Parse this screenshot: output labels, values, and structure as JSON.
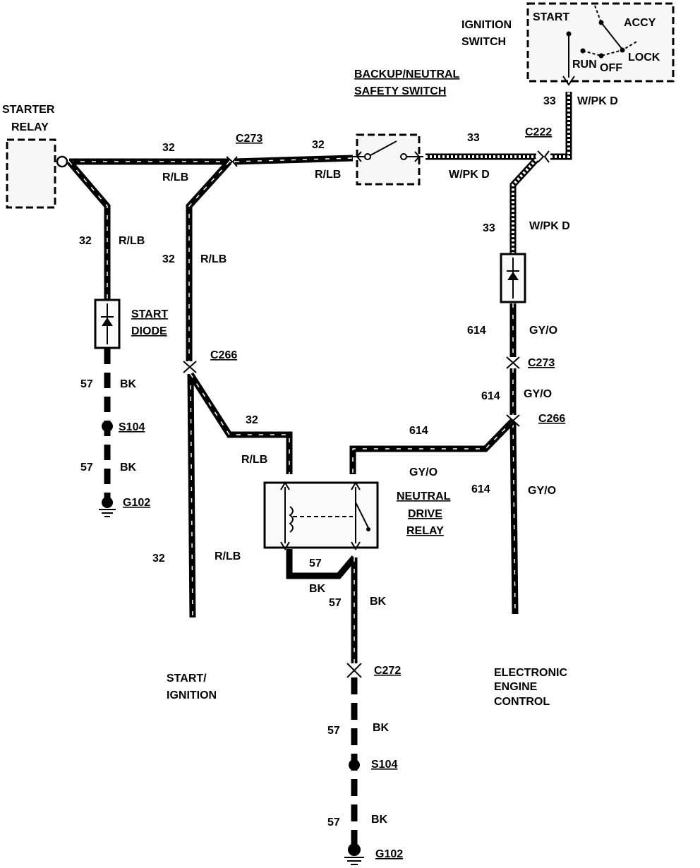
{
  "components": {
    "starter_relay": [
      "STARTER",
      "RELAY"
    ],
    "ignition_switch_title": [
      "IGNITION",
      "SWITCH"
    ],
    "ignition_positions": {
      "start": "START",
      "accy": "ACCY",
      "run": "RUN",
      "off": "OFF",
      "lock": "LOCK"
    },
    "backup_switch": [
      "BACKUP/NEUTRAL",
      "SAFETY SWITCH"
    ],
    "start_diode": [
      "START",
      "DIODE"
    ],
    "neutral_drive_relay": [
      "NEUTRAL",
      "DRIVE",
      "RELAY"
    ]
  },
  "connectors": {
    "c273_top": "C273",
    "c222": "C222",
    "c266_left": "C266",
    "c273_right": "C273",
    "c266_right": "C266",
    "c272": "C272"
  },
  "splices": {
    "s104_left": "S104",
    "s104_bottom": "S104"
  },
  "grounds": {
    "g102_left": "G102",
    "g102_bottom": "G102"
  },
  "wire_labels": {
    "w32_top": "32",
    "rlb_top": "R/LB",
    "w32_top2": "32",
    "rlb_top2": "R/LB",
    "w33_top": "33",
    "wpkd_top": "W/PK D",
    "w33_ign": "33",
    "wpkd_ign": "W/PK D",
    "w33_right": "33",
    "wpkd_right": "W/PK D",
    "w32_left": "32",
    "rlb_left": "R/LB",
    "w32_mid": "32",
    "rlb_mid": "R/LB",
    "w57_a": "57",
    "bk_a": "BK",
    "w57_b": "57",
    "bk_b": "BK",
    "w614_a": "614",
    "gyo_a": "GY/O",
    "w614_b": "614",
    "gyo_b": "GY/O",
    "w32_relay": "32",
    "rlb_relay": "R/LB",
    "w614_relay": "614",
    "gyo_relay": "GY/O",
    "w614_c": "614",
    "gyo_c": "GY/O",
    "w32_low": "32",
    "rlb_low": "R/LB",
    "w57_relay": "57",
    "bk_relay": "BK",
    "w57_c": "57",
    "bk_c": "BK",
    "w57_d": "57",
    "bk_d": "BK",
    "w57_e": "57",
    "bk_e": "BK"
  },
  "circuits": {
    "start_ignition": [
      "START/",
      "IGNITION"
    ],
    "electronic_engine_control": [
      "ELECTRONIC",
      "ENGINE",
      "CONTROL"
    ]
  }
}
